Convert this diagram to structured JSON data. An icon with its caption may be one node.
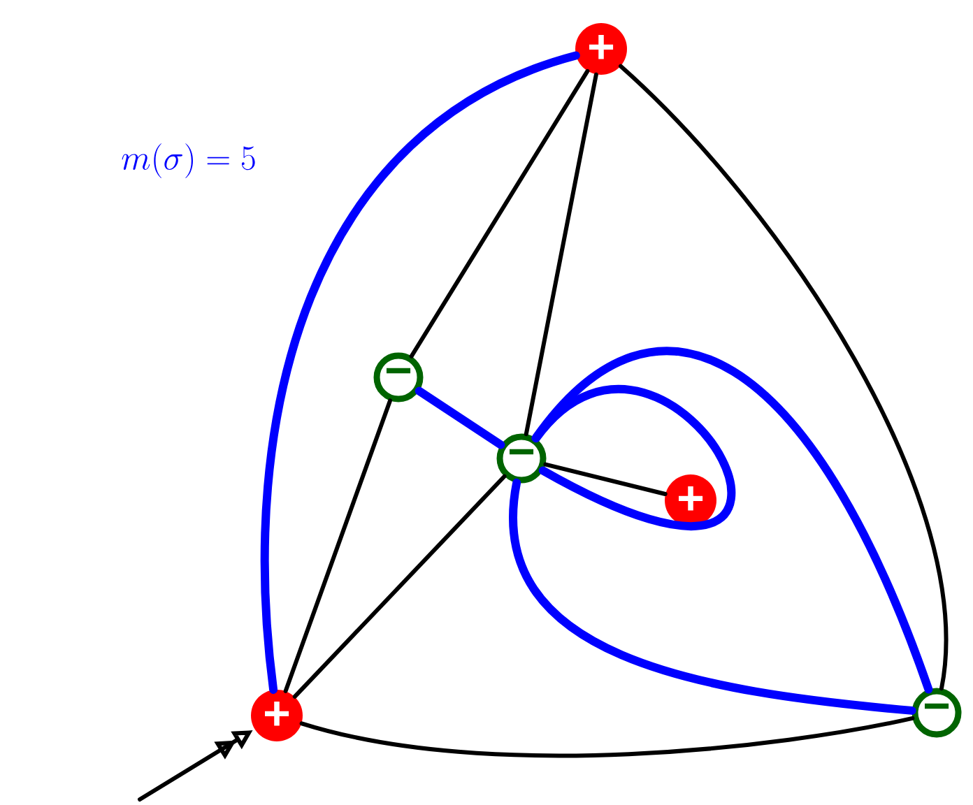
{
  "diagram": {
    "nodes": [
      {
        "text": [
          "+"
        ]
      },
      {
        "text": [
          "+"
        ]
      },
      {
        "text": [
          "−"
        ]
      },
      {
        "text": [
          "−"
        ]
      },
      {
        "text": [
          "+"
        ]
      },
      {
        "text": [
          "−"
        ]
      }
    ],
    "edges": [
      {
        "from": 0,
        "to": 2,
        "arrow": "none"
      },
      {
        "from": 2,
        "to": 1,
        "arrow": "none"
      },
      {
        "from": 0,
        "to": 3,
        "arrow": "none"
      },
      {
        "from": 3,
        "to": 1,
        "arrow": "none"
      },
      {
        "from": 3,
        "to": 4,
        "arrow": "none"
      },
      {
        "from": 0,
        "to": 5,
        "arrow": "none"
      },
      {
        "from": 1,
        "to": 5,
        "arrow": "none"
      },
      {
        "from": 0,
        "to": 1,
        "arrow": "none",
        "style": "thick",
        "color": "#0000ff"
      },
      {
        "from": 2,
        "to": 3,
        "arrow": "none",
        "style": "thick",
        "color": "#0000ff"
      },
      {
        "from": 3,
        "to": 3,
        "arrow": "none",
        "style": "thick",
        "color": "#0000ff"
      },
      {
        "from": 3,
        "to": 5,
        "arrow": "none",
        "style": "thick",
        "color": "#0000ff"
      },
      {
        "from": 3,
        "to": 5,
        "arrow": "none",
        "style": "thick",
        "color": "#0000ff"
      },
      {
        "from": null,
        "to": 1,
        "arrow": "to"
      }
    ],
    "labels": [
      "m(\\sigma) = 5"
    ]
  }
}
